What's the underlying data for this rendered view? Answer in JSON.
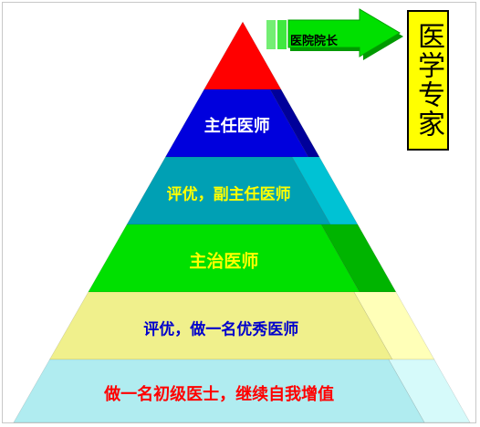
{
  "pyramid": {
    "tiers": [
      {
        "label": "",
        "face": "#ff0000",
        "side": "#cc0000",
        "color": "#000000",
        "size": 6
      },
      {
        "label": "主任医师",
        "face": "#0000dd",
        "side": "#00009a",
        "color": "#ffffff",
        "size": 18
      },
      {
        "label": "评优，副主任医师",
        "face": "#00a0b4",
        "side": "#00c2d4",
        "color": "#ffff00",
        "size": 17
      },
      {
        "label": "主治医师",
        "face": "#00e000",
        "side": "#00b400",
        "color": "#ffff00",
        "size": 19
      },
      {
        "label": "评优，做一名优秀医师",
        "face": "#f0f08c",
        "side": "#ffffb8",
        "color": "#0000cc",
        "size": 17
      },
      {
        "label": "做一名初级医士，继续自我增值",
        "face": "#b0ecf0",
        "side": "#d6fafa",
        "color": "#ff0000",
        "size": 18
      }
    ]
  },
  "arrow": {
    "label": "医院院长",
    "face": "#00e000",
    "shade": "#009900"
  },
  "side_box": {
    "label": "医学专家"
  }
}
